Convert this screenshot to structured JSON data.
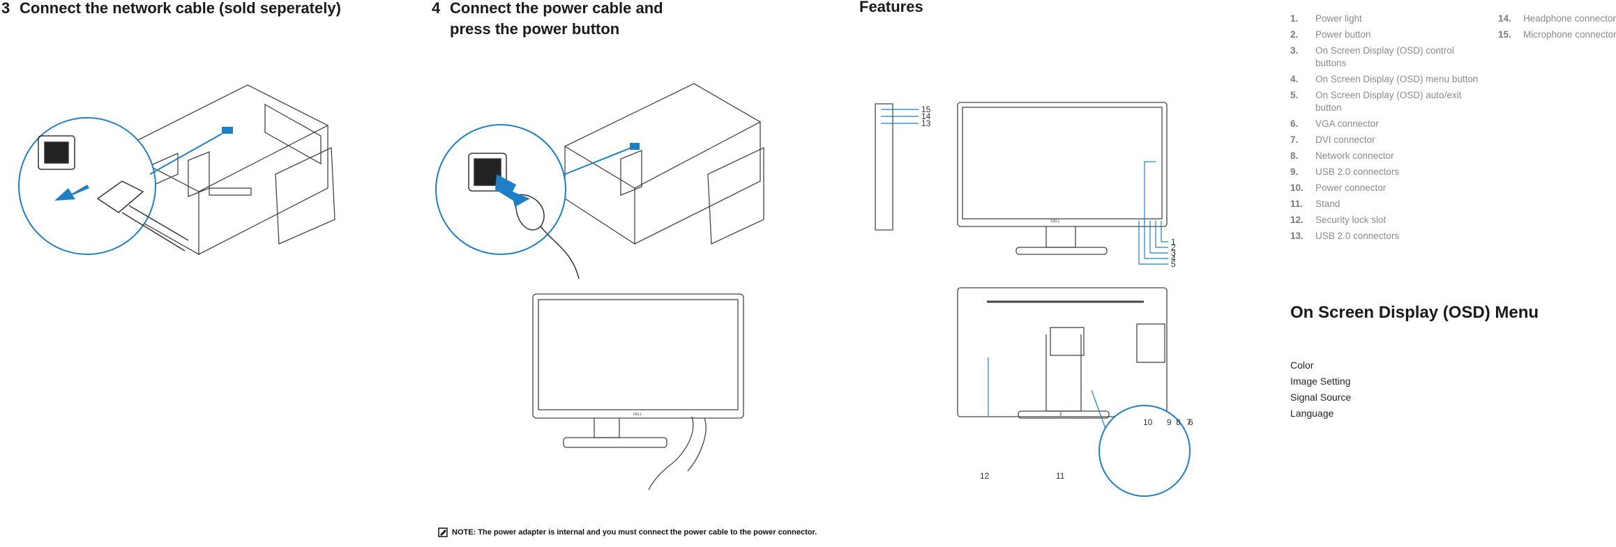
{
  "step3": {
    "number": "3",
    "title": "Connect the network cable (sold seperately)"
  },
  "step4": {
    "number": "4",
    "title_line1": "Connect the power cable and",
    "title_line2": "press the power button"
  },
  "features": {
    "title": "Features",
    "callouts_side": [
      "15",
      "14",
      "13"
    ],
    "callouts_front": [
      "1",
      "2",
      "3",
      "4",
      "5"
    ],
    "callouts_back": [
      "10",
      "9",
      "8",
      "7",
      "6",
      "12",
      "11"
    ],
    "items": [
      {
        "num": "1.",
        "label": "Power light"
      },
      {
        "num": "2.",
        "label": "Power button"
      },
      {
        "num": "3.",
        "label": "On Screen Display (OSD) control buttons"
      },
      {
        "num": "4.",
        "label": "On Screen Display (OSD) menu button"
      },
      {
        "num": "5.",
        "label": "On Screen Display (OSD) auto/exit button"
      },
      {
        "num": "6.",
        "label": "VGA connector"
      },
      {
        "num": "7.",
        "label": "DVI connector"
      },
      {
        "num": "8.",
        "label": "Network connector"
      },
      {
        "num": "9.",
        "label": "USB 2.0 connectors"
      },
      {
        "num": "10.",
        "label": "Power connector"
      },
      {
        "num": "11.",
        "label": "Stand"
      },
      {
        "num": "12.",
        "label": "Security lock slot"
      },
      {
        "num": "13.",
        "label": "USB 2.0 connectors"
      }
    ],
    "items_col2": [
      {
        "num": "14.",
        "label": "Headphone connector"
      },
      {
        "num": "15.",
        "label": "Microphone connector"
      }
    ]
  },
  "osd": {
    "title": "On Screen Display (OSD) Menu",
    "items": [
      "Color",
      "Image Setting",
      "Signal Source",
      "Language"
    ]
  },
  "note": {
    "text": "NOTE: The power adapter is internal and you must connect the power cable to the power connector."
  },
  "logo_text": "DELL",
  "colors": {
    "accent": "#1e7fc4",
    "line": "#444444",
    "muted_text": "#8a8a8a"
  }
}
